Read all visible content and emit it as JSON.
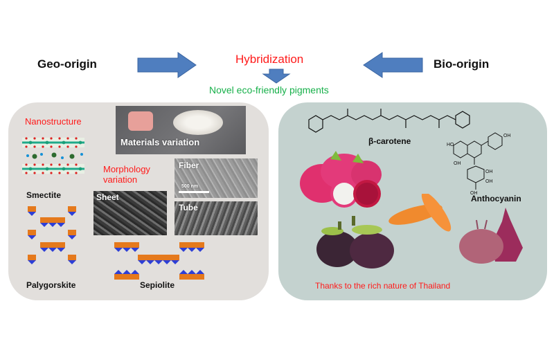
{
  "header": {
    "geo_origin": "Geo-origin",
    "bio_origin": "Bio-origin",
    "hybridization": "Hybridization",
    "result": "Novel eco-friendly pigments"
  },
  "left_panel": {
    "nanostructure_label": "Nanostructure",
    "materials_caption": "Materials variation",
    "morphology_label": "Morphology variation",
    "minerals": [
      "Smectite",
      "Palygorskite",
      "Sepiolite"
    ],
    "sem": {
      "sheet": "Sheet",
      "fiber": "Fiber",
      "tube": "Tube",
      "scale_bar": "500 nm"
    }
  },
  "right_panel": {
    "compounds": [
      "β-carotene",
      "Anthocyanin"
    ],
    "fruits": [
      "dragon fruit",
      "carrot",
      "mangosteen",
      "beetroot"
    ],
    "footer": "Thanks to the rich nature of Thailand"
  },
  "colors": {
    "arrow": "#4f7ebf",
    "accent_red": "#ff1a1a",
    "accent_green": "#17b04a",
    "left_panel_bg": "#e2dfdc",
    "right_panel_bg": "#c4d2cf"
  }
}
